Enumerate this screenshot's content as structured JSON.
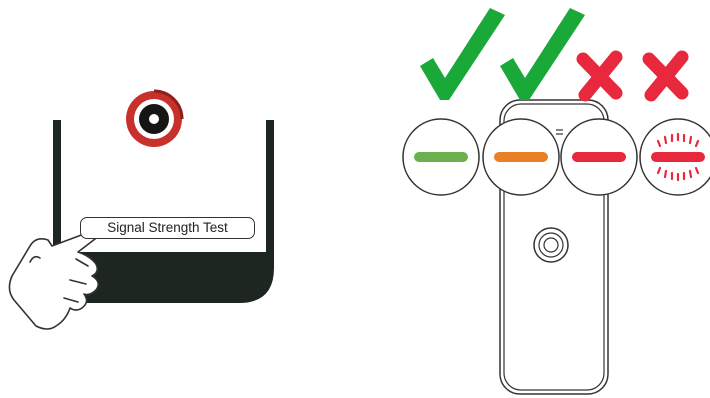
{
  "button": {
    "label": "Signal Strength Test"
  },
  "indicators": [
    {
      "status": "ok",
      "led_color": "#6ab04c",
      "led_state": "solid"
    },
    {
      "status": "ok",
      "led_color": "#e98025",
      "led_state": "solid"
    },
    {
      "status": "bad",
      "led_color": "#e8283c",
      "led_state": "solid"
    },
    {
      "status": "bad",
      "led_color": "#e8283c",
      "led_state": "blinking"
    }
  ],
  "colors": {
    "check": "#1aa838",
    "cross": "#e8283c",
    "app_icon_ring": "#c8302c",
    "phone_frame": "#1d2620",
    "outline": "#333333"
  }
}
